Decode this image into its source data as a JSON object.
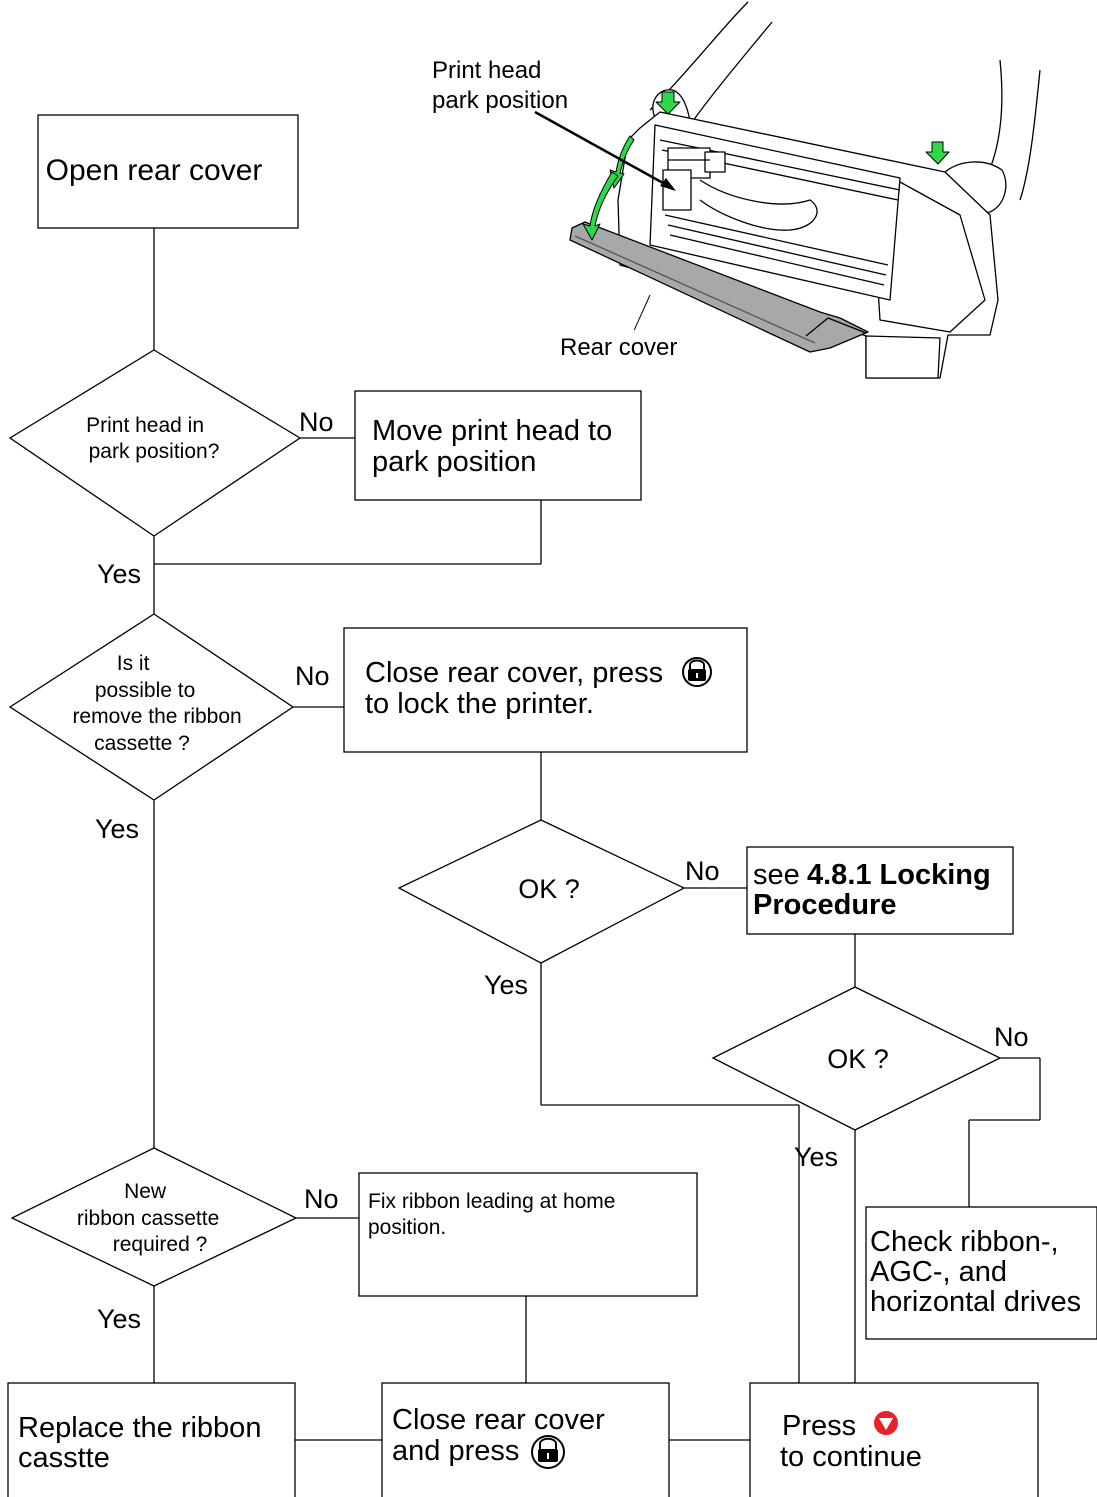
{
  "illustration": {
    "label_print_head": [
      "Print head",
      "park position"
    ],
    "label_rear_cover": "Rear cover"
  },
  "nodes": {
    "open_rear_cover": [
      "Open rear cover"
    ],
    "q_print_head_park": [
      "Print head in",
      "park position?"
    ],
    "move_print_head": [
      "Move print head to",
      "park position"
    ],
    "q_remove_cassette": [
      "Is it",
      "possible to",
      "remove the ribbon",
      "cassette ?"
    ],
    "close_lock": [
      "Close rear cover, press",
      "to lock the printer."
    ],
    "q_ok_1": [
      "OK ?"
    ],
    "see_locking_prefix": "see",
    "see_locking_bold": [
      "4.8.1 Locking",
      "Procedure"
    ],
    "q_ok_2": [
      "OK ?"
    ],
    "check_drives": [
      "Check ribbon-,",
      "AGC-, and",
      "horizontal drives"
    ],
    "q_new_cassette": [
      "New",
      "ribbon cassette",
      "required ?"
    ],
    "fix_ribbon": [
      "Fix ribbon leading at home",
      "position."
    ],
    "replace_cassette": [
      "Replace the ribbon",
      "casstte"
    ],
    "close_press": [
      "Close rear cover",
      "and press"
    ],
    "press_continue": [
      "Press",
      "to continue"
    ]
  },
  "edge_labels": {
    "no_1": "No",
    "yes_1": "Yes",
    "no_2": "No",
    "yes_2": "Yes",
    "no_3": "No",
    "yes_3": "Yes",
    "no_4": "No",
    "yes_4": "Yes",
    "no_5": "No",
    "yes_5": "Yes"
  },
  "icons": {
    "lock_key": "padlock-button-icon",
    "continue_key": "red-down-triangle-icon"
  },
  "colors": {
    "arrow_green": "#2fd84a",
    "continue_red": "#e8222a",
    "cover_gray": "#a8a8a8"
  }
}
